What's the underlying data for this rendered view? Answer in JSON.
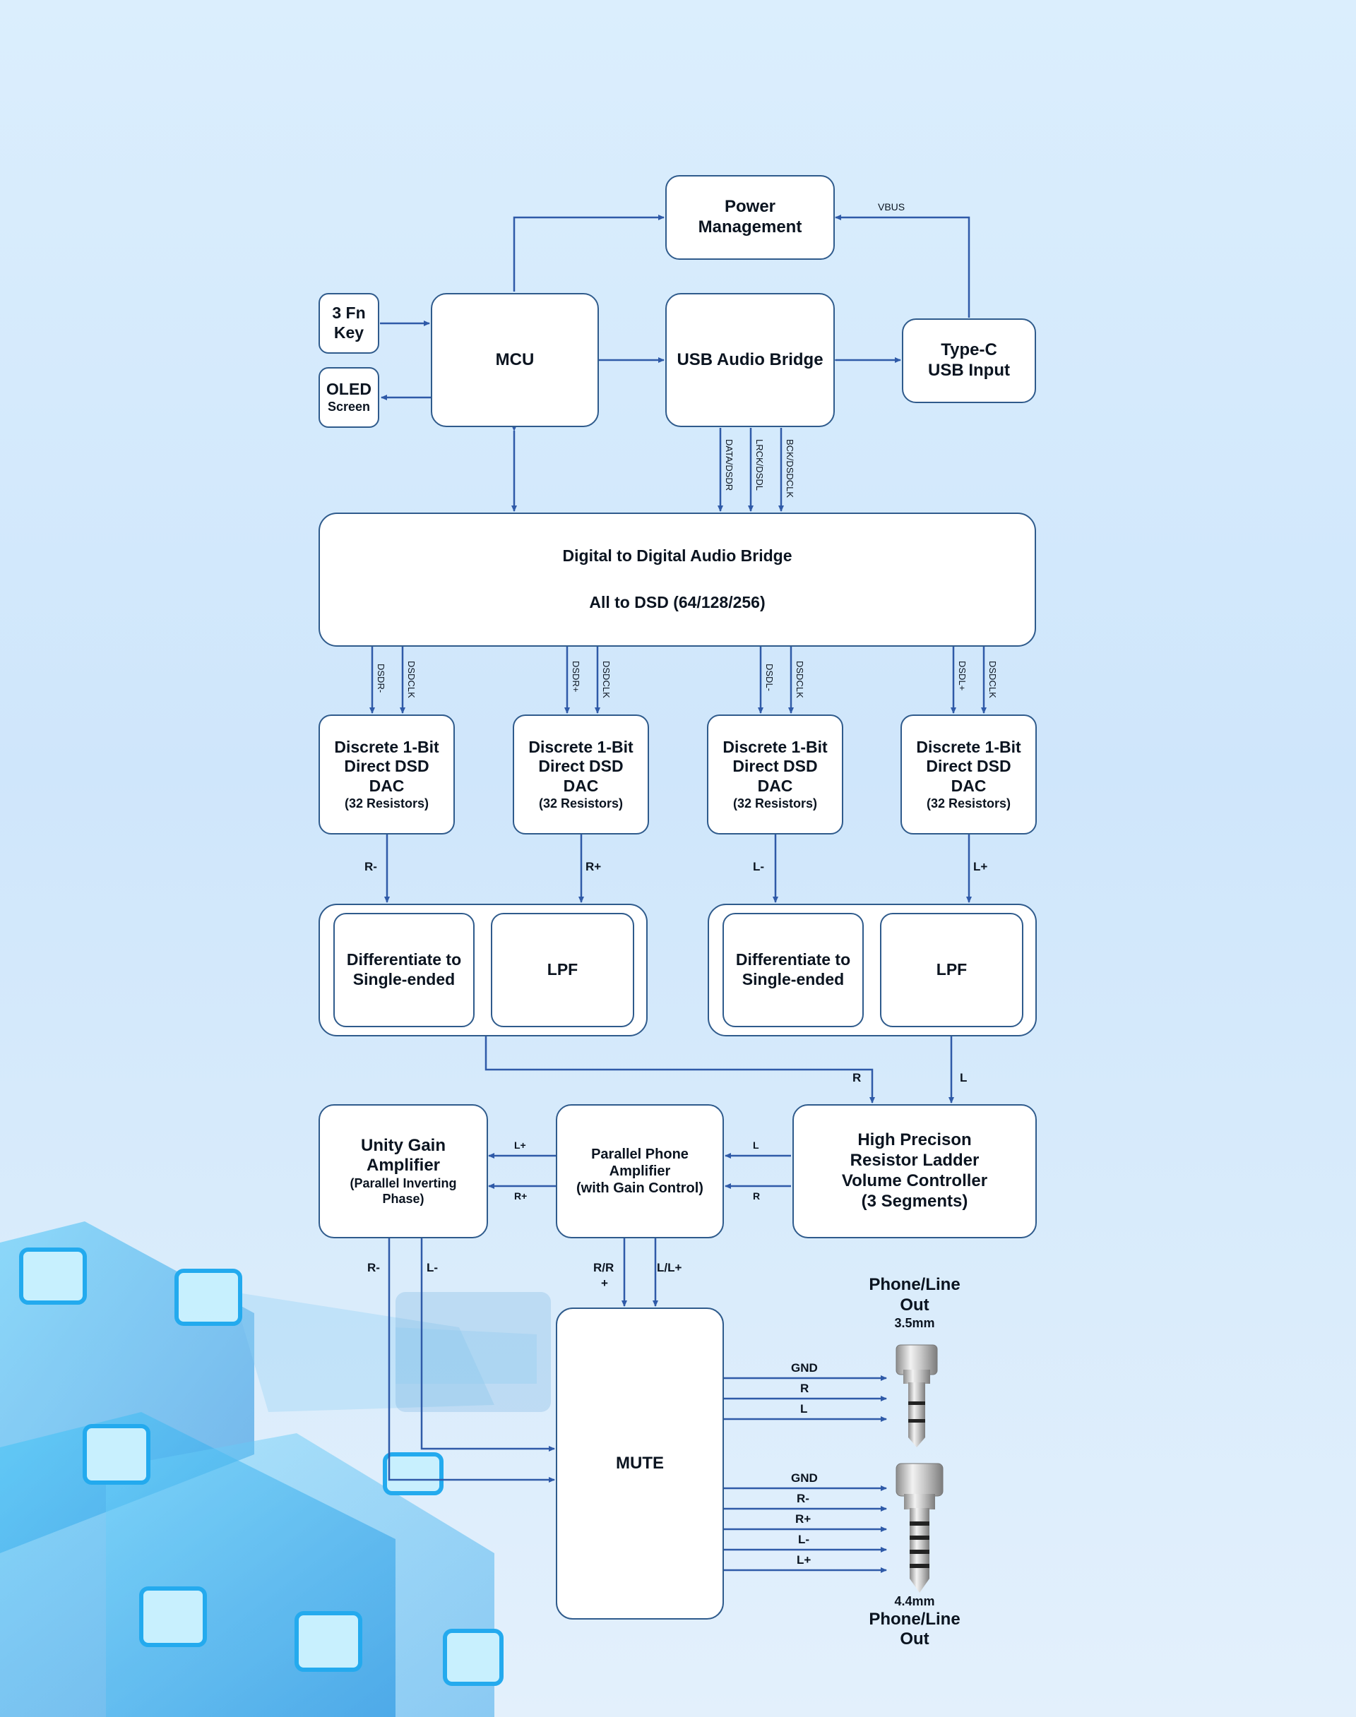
{
  "power": {
    "line1": "Power",
    "line2": "Management"
  },
  "vbus": "VBUS",
  "fn_key": {
    "line1": "3 Fn",
    "line2": "Key"
  },
  "oled": {
    "line1": "OLED",
    "line2": "Screen"
  },
  "mcu": "MCU",
  "usb_bridge": "USB Audio Bridge",
  "typec": {
    "line1": "Type-C",
    "line2": "USB Input"
  },
  "bus_signals": [
    "DATA/DSDR",
    "LRCK/DSDL",
    "BCK/DSDCLK"
  ],
  "dd_bridge": {
    "line1": "Digital to Digital Audio Bridge",
    "line2": "All to DSD (64/128/256)"
  },
  "dac_signals": [
    {
      "data": "DSDR-",
      "clk": "DSDCLK"
    },
    {
      "data": "DSDR+",
      "clk": "DSDCLK"
    },
    {
      "data": "DSDL-",
      "clk": "DSDCLK"
    },
    {
      "data": "DSDL+",
      "clk": "DSDCLK"
    }
  ],
  "dac": {
    "line1": "Discrete 1-Bit",
    "line2": "Direct DSD",
    "line3": "DAC",
    "line4": "(32 Resistors)"
  },
  "dac_outputs": [
    "R-",
    "R+",
    "L-",
    "L+"
  ],
  "diff": {
    "line1": "Differentiate to",
    "line2": "Single-ended"
  },
  "lpf": "LPF",
  "channel_r": "R",
  "channel_l": "L",
  "volume": {
    "line1": "High Precison",
    "line2": "Resistor Ladder",
    "line3": "Volume Controller",
    "line4": "(3 Segments)"
  },
  "parallel_amp": {
    "line1": "Parallel Phone",
    "line2": "Amplifier",
    "line3": "(with Gain Control)"
  },
  "unity_amp": {
    "line1": "Unity Gain",
    "line2": "Amplifier",
    "line3": "(Parallel Inverting",
    "line4": "Phase)"
  },
  "amp_labels": {
    "l_plus": "L+",
    "r_plus": "R+",
    "l_in": "L",
    "r_in": "R"
  },
  "mute_inputs": {
    "r_minus": "R-",
    "l_minus": "L-",
    "rr_line1": "R/R",
    "rr_line2": "+",
    "ll": "L/L+"
  },
  "mute": "MUTE",
  "jack35": {
    "line1": "Phone/Line",
    "line2": "Out",
    "line3": "3.5mm",
    "pins": [
      "GND",
      "R",
      "L"
    ]
  },
  "jack44": {
    "line1": "4.4mm",
    "line2": "Phone/Line",
    "line3": "Out",
    "pins": [
      "GND",
      "R-",
      "R+",
      "L-",
      "L+"
    ]
  },
  "colors": {
    "line": "#2f5aa8",
    "border": "#2f5b8c",
    "chip": "#29c3f0"
  }
}
